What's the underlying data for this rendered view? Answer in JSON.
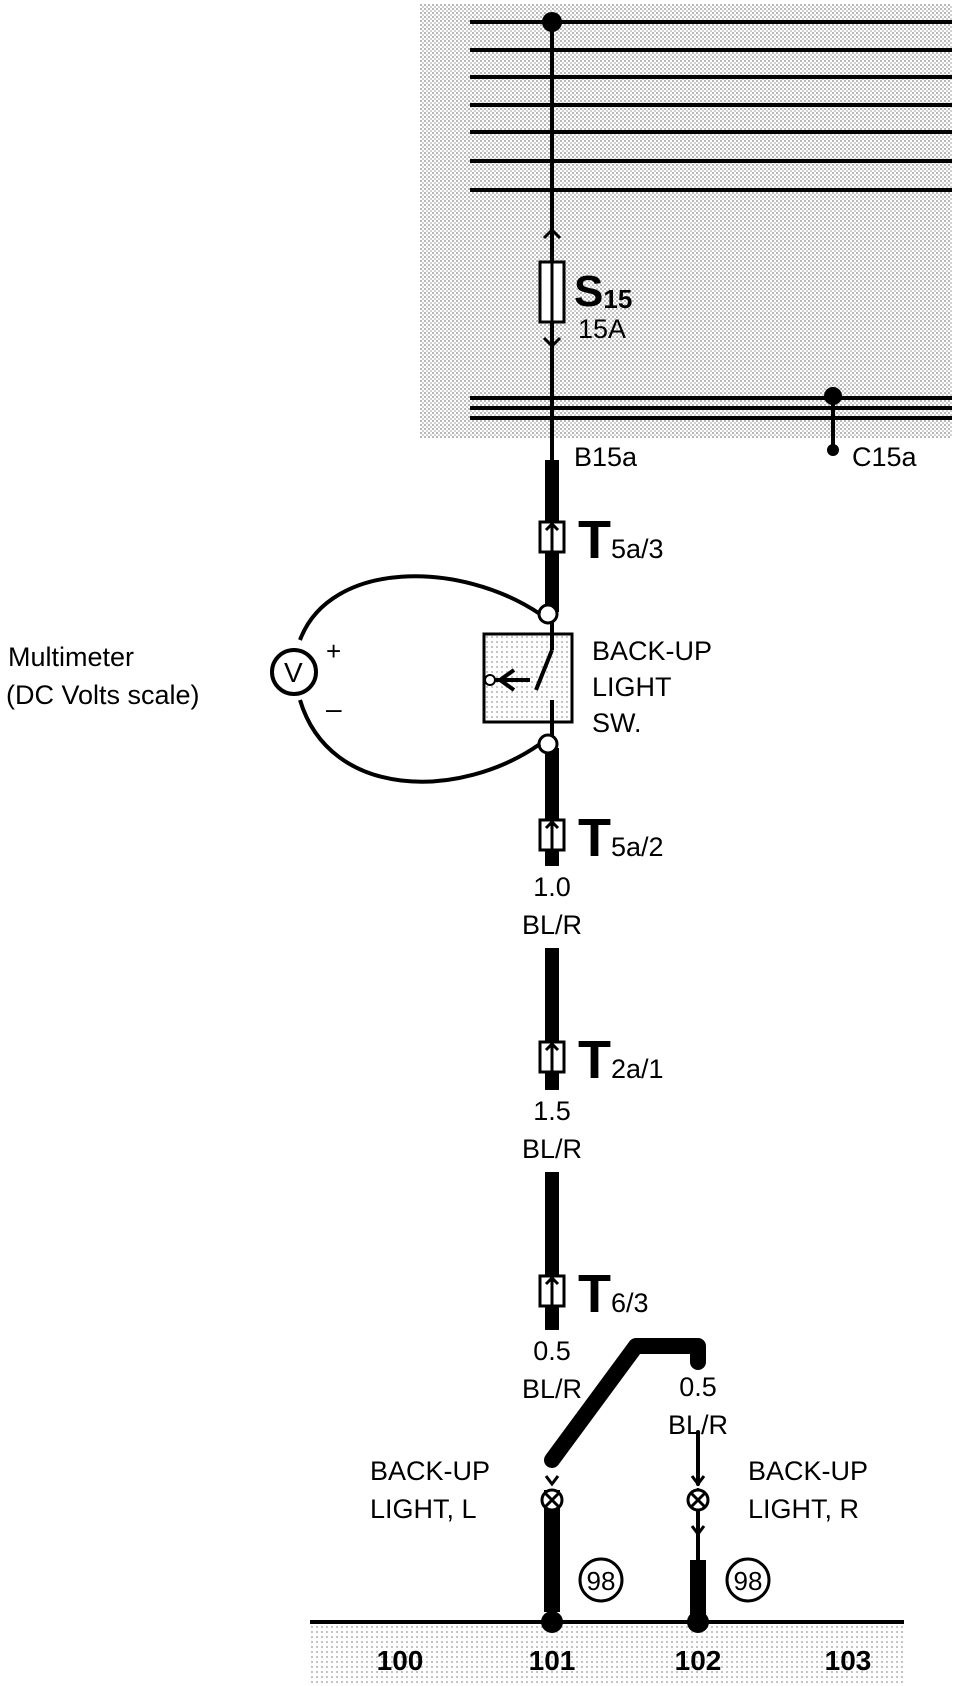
{
  "fuse": {
    "letter": "S",
    "number": "15",
    "rating": "15A"
  },
  "terminals": {
    "b15a": "B15a",
    "c15a": "C15a"
  },
  "connectors": [
    {
      "letter": "T",
      "sub": "5a/3"
    },
    {
      "letter": "T",
      "sub": "5a/2"
    },
    {
      "letter": "T",
      "sub": "2a/1"
    },
    {
      "letter": "T",
      "sub": "6/3"
    }
  ],
  "switch": {
    "line1": "BACK-UP",
    "line2": "LIGHT",
    "line3": "SW."
  },
  "multimeter": {
    "line1": "Multimeter",
    "line2": "(DC Volts scale)",
    "symbol": "V",
    "plus": "+",
    "minus": "–"
  },
  "wires": [
    {
      "gauge": "1.0",
      "color": "BL/R"
    },
    {
      "gauge": "1.5",
      "color": "BL/R"
    },
    {
      "gauge": "0.5",
      "color": "BL/R"
    },
    {
      "gauge": "0.5",
      "color": "BL/R"
    }
  ],
  "lights": {
    "left": {
      "line1": "BACK-UP",
      "line2": "LIGHT, L"
    },
    "right": {
      "line1": "BACK-UP",
      "line2": "LIGHT, R"
    }
  },
  "ground": {
    "left": "98",
    "right": "98"
  },
  "grid_numbers": [
    "100",
    "101",
    "102",
    "103"
  ]
}
